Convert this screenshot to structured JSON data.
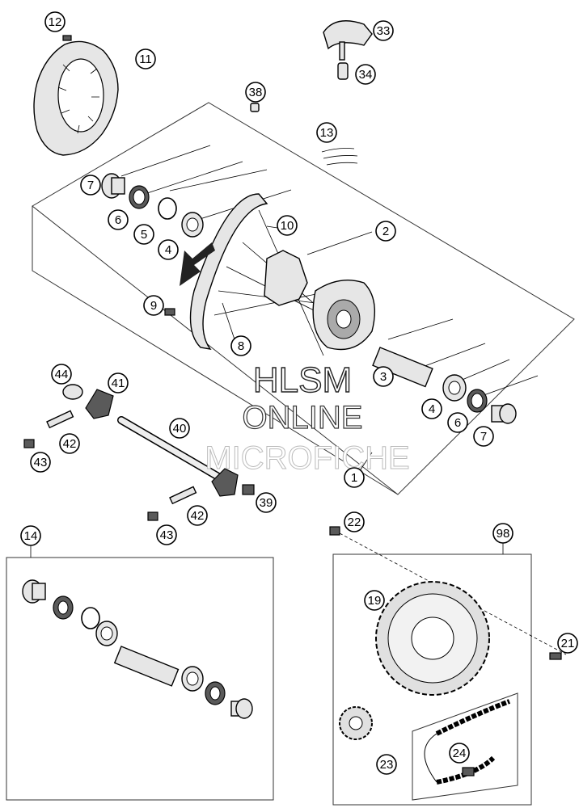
{
  "callouts": {
    "c1": "1",
    "c2": "2",
    "c3": "3",
    "c4a": "4",
    "c4b": "4",
    "c5": "5",
    "c6a": "6",
    "c6b": "6",
    "c7a": "7",
    "c7b": "7",
    "c8": "8",
    "c9": "9",
    "c10": "10",
    "c11": "11",
    "c12": "12",
    "c13": "13",
    "c14": "14",
    "c19": "19",
    "c21": "21",
    "c22": "22",
    "c23": "23",
    "c24": "24",
    "c33": "33",
    "c34": "34",
    "c38": "38",
    "c39": "39",
    "c40": "40",
    "c41": "41",
    "c42a": "42",
    "c42b": "42",
    "c43a": "43",
    "c43b": "43",
    "c44": "44",
    "c98": "98"
  },
  "highlighted": [
    "c3",
    "c19",
    "c21",
    "c22",
    "c23",
    "c24",
    "c33",
    "c34",
    "c38",
    "c39",
    "c40",
    "c41",
    "c42a",
    "c42b",
    "c43a",
    "c43b",
    "c44",
    "c98",
    "c11",
    "c12",
    "c13",
    "c14"
  ],
  "watermark": {
    "line1": "HLSM",
    "line2": "ONLINE",
    "line3": "MICROFICHE"
  },
  "colors": {
    "callout_fill_plain": "#ffffff",
    "callout_fill_highlight": "#d0d0d0",
    "stroke": "#000000"
  }
}
